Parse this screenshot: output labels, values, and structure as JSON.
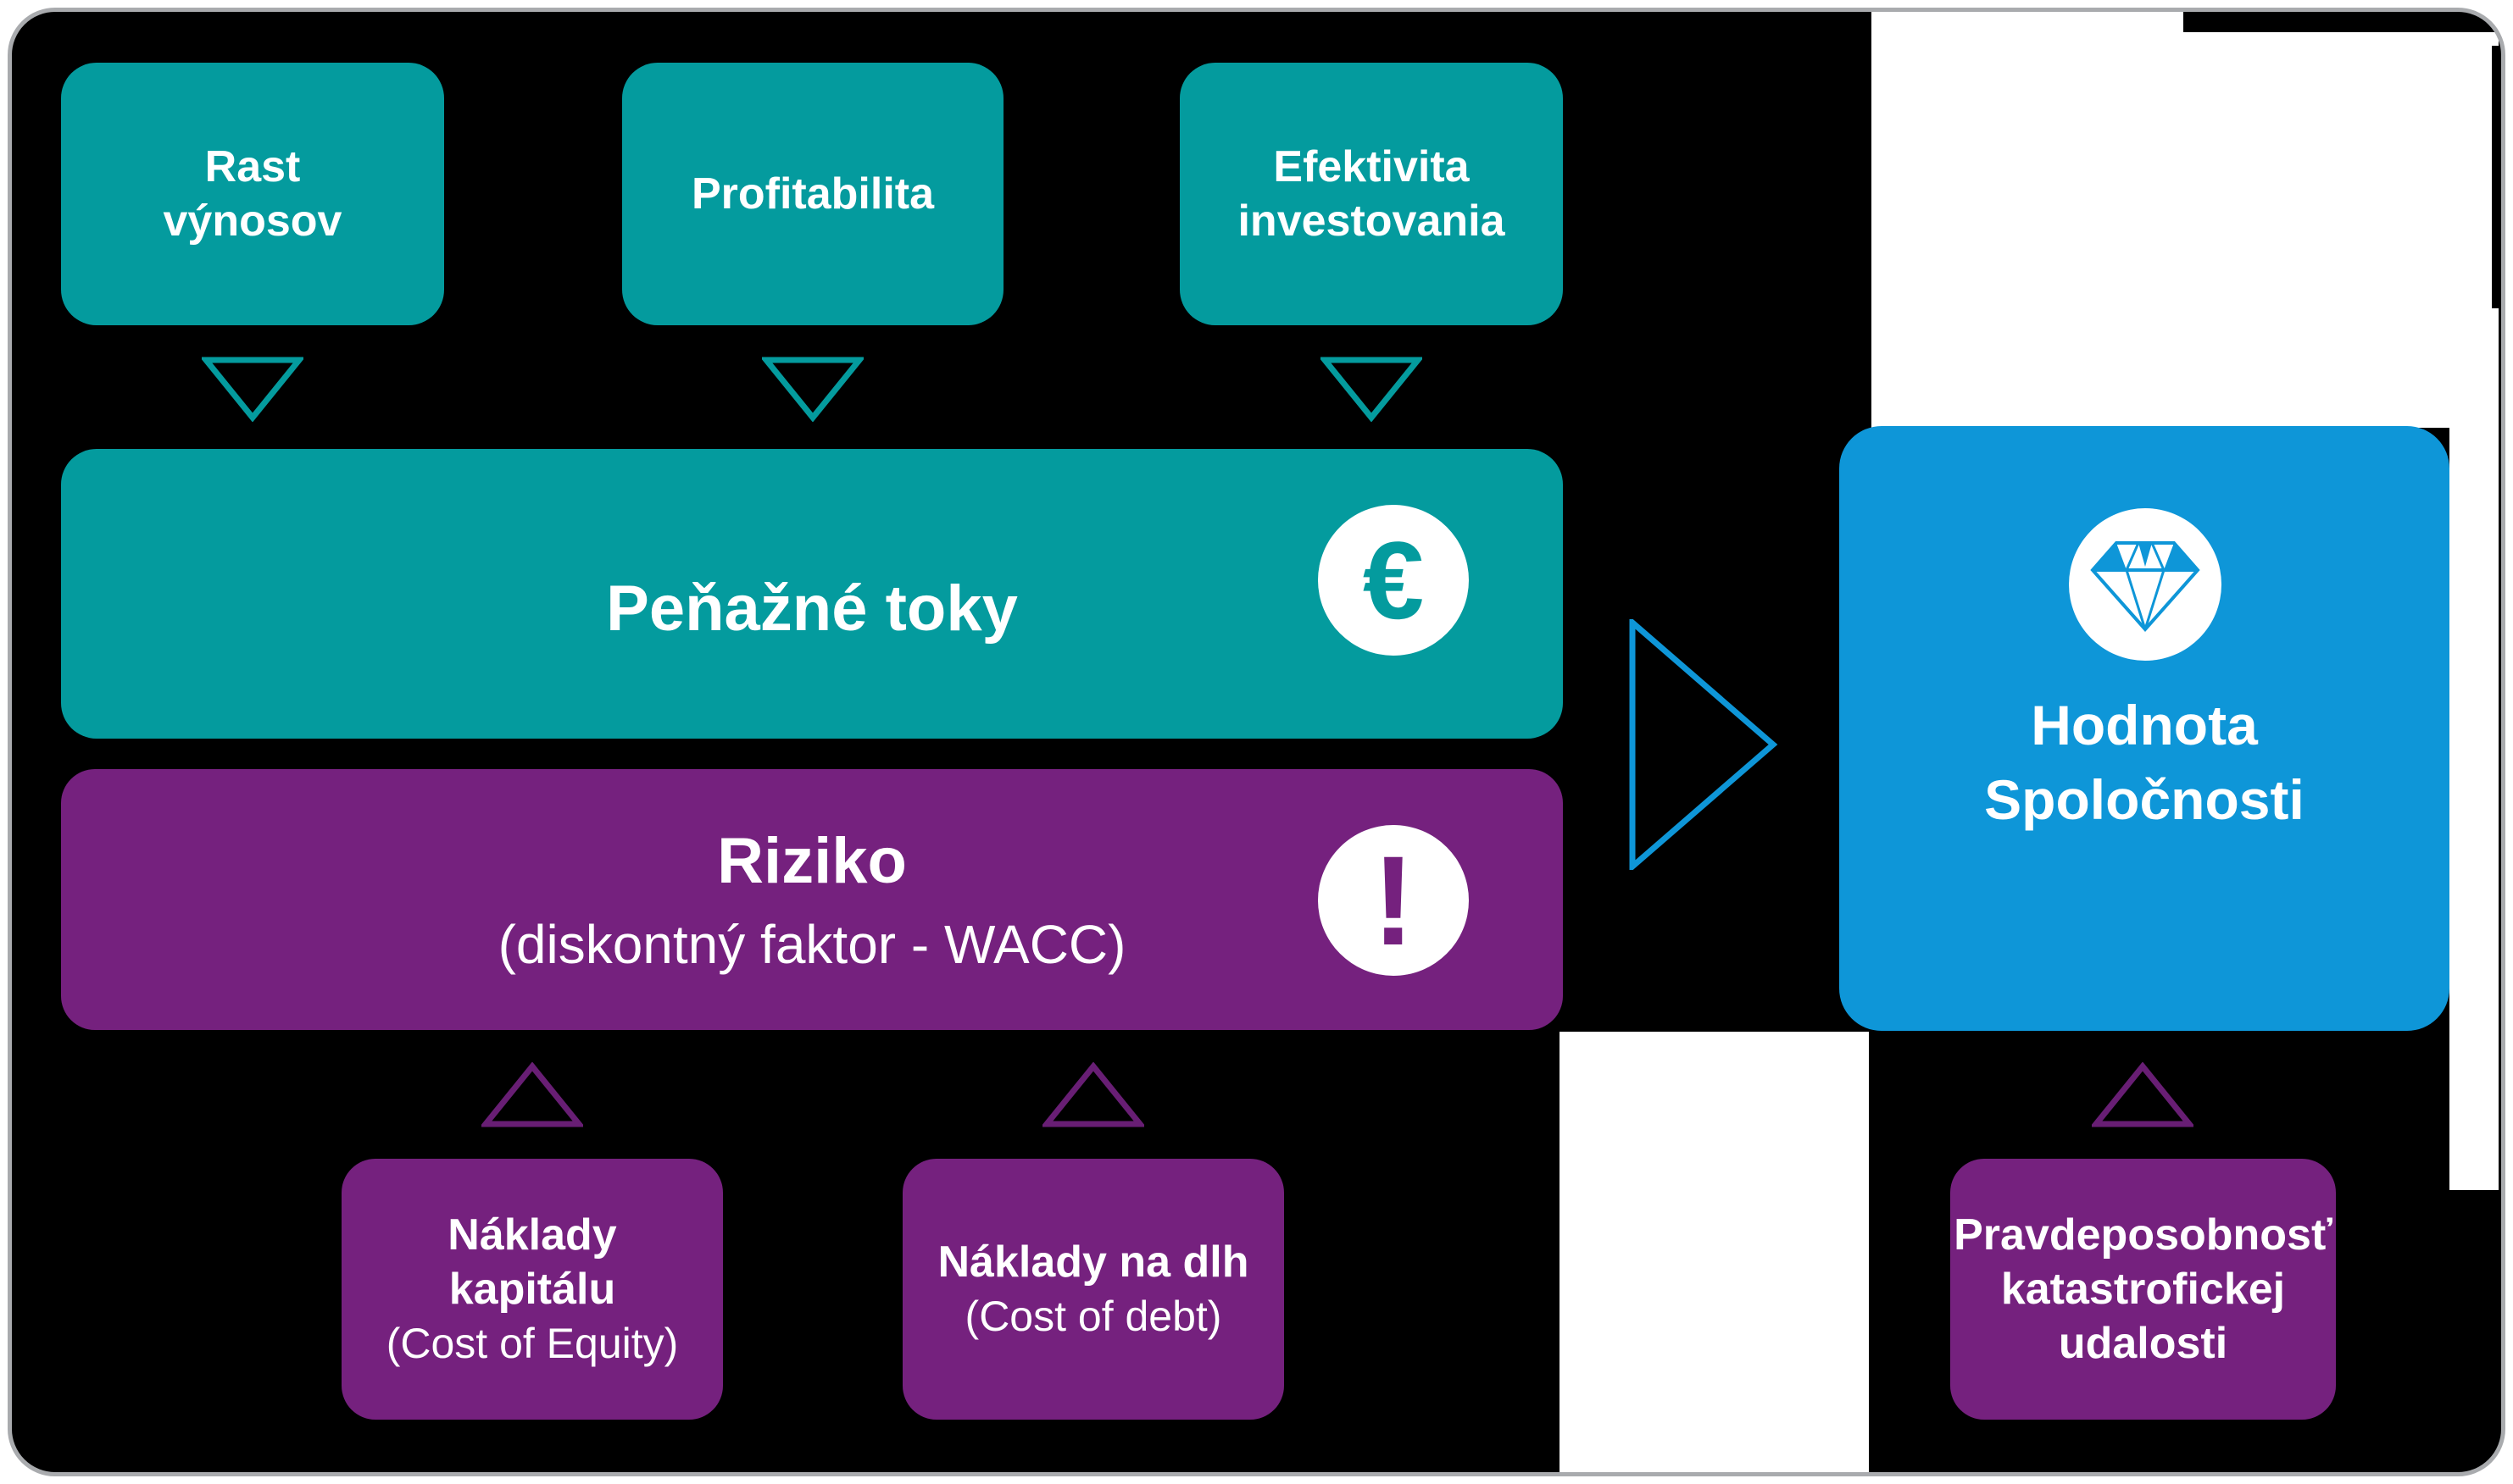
{
  "colors": {
    "teal": "#049b9e",
    "purple": "#75217e",
    "purple_outline": "#681e74",
    "blue": "#0e96d8",
    "border_gray": "#a9abae",
    "background_black": "#000000",
    "text_white": "#ffffff"
  },
  "boxes": {
    "revenue_growth": {
      "line1": "Rast",
      "line2": "výnosov"
    },
    "profitability": {
      "label": "Profitabilita"
    },
    "investment_efficiency": {
      "line1": "Efektivita",
      "line2": "investovania"
    },
    "cash_flows": {
      "label": "Peňažné toky",
      "euro_glyph": "€"
    },
    "risk": {
      "title": "Riziko",
      "subtitle": "(diskontný faktor - WACC)",
      "exclamation_glyph": "!"
    },
    "cost_of_equity": {
      "line1": "Náklady",
      "line2": "kapitálu",
      "line3": "(Cost of Equity)"
    },
    "cost_of_debt": {
      "line1": "Náklady na dlh",
      "line2": "(Cost of debt)"
    },
    "company_value": {
      "line1": "Hodnota",
      "line2": "Spoločnosti"
    },
    "catastrophic_event": {
      "line1": "Pravdeposobnosť",
      "line2": "katastrofickej",
      "line3": "udalosti"
    }
  }
}
